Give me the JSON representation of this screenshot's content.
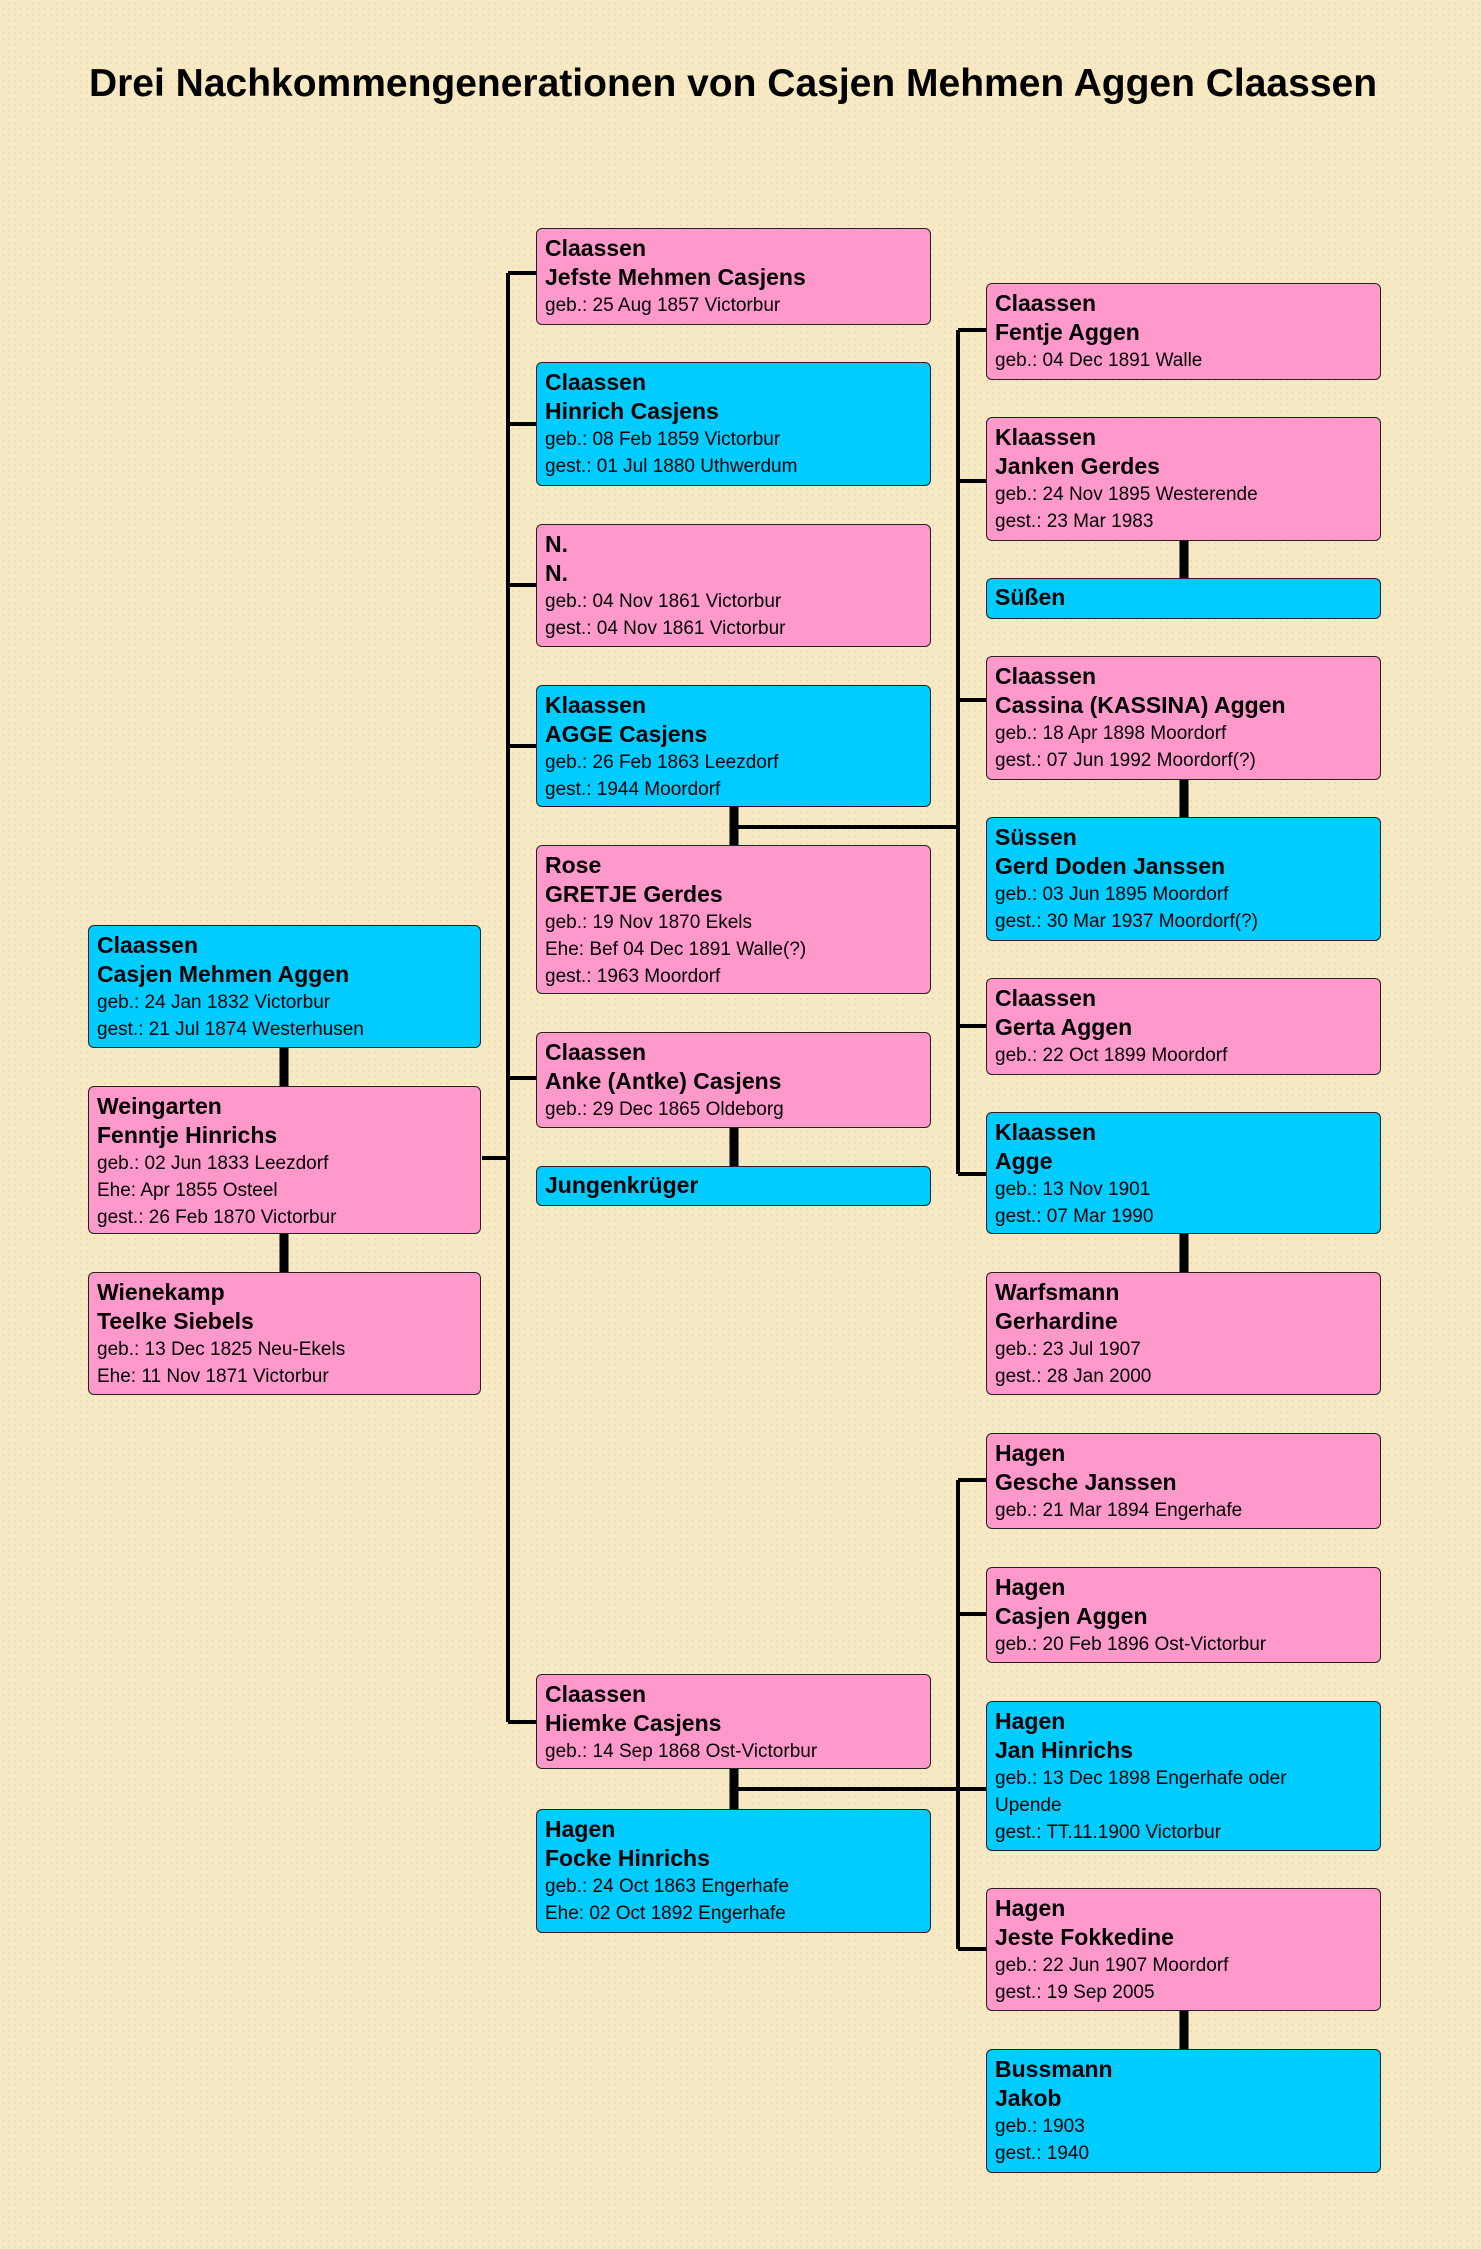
{
  "title": "Drei Nachkommengenerationen von Casjen Mehmen Aggen Claassen",
  "persons": [
    {
      "id": "p1",
      "sex": "male",
      "l1": "Claassen",
      "l2": "Casjen Mehmen Aggen",
      "d": [
        "geb.: 24 Jan 1832 Victorbur",
        "gest.: 21 Jul 1874 Westerhusen"
      ]
    },
    {
      "id": "p2",
      "sex": "female",
      "l1": "Weingarten",
      "l2": "Fenntje Hinrichs",
      "d": [
        "geb.: 02 Jun 1833 Leezdorf",
        "Ehe: Apr 1855 Osteel",
        "gest.: 26 Feb 1870 Victorbur"
      ]
    },
    {
      "id": "p3",
      "sex": "female",
      "l1": "Wienekamp",
      "l2": "Teelke Siebels",
      "d": [
        "geb.: 13 Dec 1825 Neu-Ekels",
        "Ehe: 11 Nov 1871 Victorbur"
      ]
    },
    {
      "id": "c1",
      "sex": "female",
      "l1": "Claassen",
      "l2": "Jefste Mehmen Casjens",
      "d": [
        "geb.: 25 Aug 1857 Victorbur"
      ]
    },
    {
      "id": "c2",
      "sex": "male",
      "l1": "Claassen",
      "l2": "Hinrich Casjens",
      "d": [
        "geb.: 08 Feb 1859 Victorbur",
        "gest.: 01 Jul 1880 Uthwerdum"
      ]
    },
    {
      "id": "c3",
      "sex": "female",
      "l1": "N.",
      "l2": "N.",
      "d": [
        "geb.: 04 Nov 1861 Victorbur",
        "gest.: 04 Nov 1861 Victorbur"
      ]
    },
    {
      "id": "c4",
      "sex": "male",
      "l1": "Klaassen",
      "l2": "AGGE Casjens",
      "d": [
        "geb.: 26 Feb 1863 Leezdorf",
        "gest.: 1944 Moordorf"
      ]
    },
    {
      "id": "c4s",
      "sex": "female",
      "l1": "Rose",
      "l2": "GRETJE Gerdes",
      "d": [
        "geb.: 19 Nov 1870 Ekels",
        "Ehe: Bef 04 Dec 1891 Walle(?)",
        "gest.: 1963 Moordorf"
      ]
    },
    {
      "id": "c5",
      "sex": "female",
      "l1": "Claassen",
      "l2": "Anke (Antke) Casjens",
      "d": [
        "geb.: 29 Dec 1865 Oldeborg"
      ]
    },
    {
      "id": "c5s",
      "sex": "male",
      "l1": "Jungenkrüger",
      "l2": "",
      "d": []
    },
    {
      "id": "c6",
      "sex": "female",
      "l1": "Claassen",
      "l2": "Hiemke Casjens",
      "d": [
        "geb.: 14 Sep 1868 Ost-Victorbur"
      ]
    },
    {
      "id": "c6s",
      "sex": "male",
      "l1": "Hagen",
      "l2": "Focke Hinrichs",
      "d": [
        "geb.: 24 Oct 1863 Engerhafe",
        "Ehe: 02 Oct 1892 Engerhafe"
      ]
    },
    {
      "id": "g1",
      "sex": "female",
      "l1": "Claassen",
      "l2": "Fentje Aggen",
      "d": [
        "geb.: 04 Dec 1891 Walle"
      ]
    },
    {
      "id": "g2",
      "sex": "female",
      "l1": "Klaassen",
      "l2": "Janken Gerdes",
      "d": [
        "geb.: 24 Nov 1895 Westerende",
        "gest.: 23 Mar 1983"
      ]
    },
    {
      "id": "g2s",
      "sex": "male",
      "l1": "Süßen",
      "l2": "",
      "d": []
    },
    {
      "id": "g3",
      "sex": "female",
      "l1": "Claassen",
      "l2": "Cassina (KASSINA) Aggen",
      "d": [
        "geb.: 18 Apr 1898 Moordorf",
        "gest.: 07 Jun 1992 Moordorf(?)"
      ]
    },
    {
      "id": "g3s",
      "sex": "male",
      "l1": "Süssen",
      "l2": "Gerd Doden Janssen",
      "d": [
        "geb.: 03 Jun 1895 Moordorf",
        "gest.: 30 Mar 1937 Moordorf(?)"
      ]
    },
    {
      "id": "g4",
      "sex": "female",
      "l1": "Claassen",
      "l2": "Gerta Aggen",
      "d": [
        "geb.: 22 Oct 1899 Moordorf"
      ]
    },
    {
      "id": "g5",
      "sex": "male",
      "l1": "Klaassen",
      "l2": "Agge",
      "d": [
        "geb.: 13 Nov 1901",
        "gest.: 07 Mar 1990"
      ]
    },
    {
      "id": "g5s",
      "sex": "female",
      "l1": "Warfsmann",
      "l2": "Gerhardine",
      "d": [
        "geb.: 23 Jul 1907",
        "gest.: 28 Jan 2000"
      ]
    },
    {
      "id": "h1",
      "sex": "female",
      "l1": "Hagen",
      "l2": "Gesche Janssen",
      "d": [
        "geb.: 21 Mar 1894 Engerhafe"
      ]
    },
    {
      "id": "h2",
      "sex": "female",
      "l1": "Hagen",
      "l2": "Casjen Aggen",
      "d": [
        "geb.: 20 Feb 1896 Ost-Victorbur"
      ]
    },
    {
      "id": "h3",
      "sex": "male",
      "l1": "Hagen",
      "l2": "Jan Hinrichs",
      "d": [
        "geb.: 13 Dec 1898 Engerhafe oder",
        "Upende",
        "gest.: TT.11.1900 Victorbur"
      ]
    },
    {
      "id": "h4",
      "sex": "female",
      "l1": "Hagen",
      "l2": "Jeste Fokkedine",
      "d": [
        "geb.: 22 Jun 1907 Moordorf",
        "gest.: 19 Sep 2005"
      ]
    },
    {
      "id": "h4s",
      "sex": "male",
      "l1": "Bussmann",
      "l2": "Jakob",
      "d": [
        "geb.: 1903",
        "gest.: 1940"
      ]
    }
  ],
  "colors": {
    "female": "#ff99cc",
    "male": "#00ccff",
    "background": "#f6e9c3",
    "line": "#000000"
  }
}
